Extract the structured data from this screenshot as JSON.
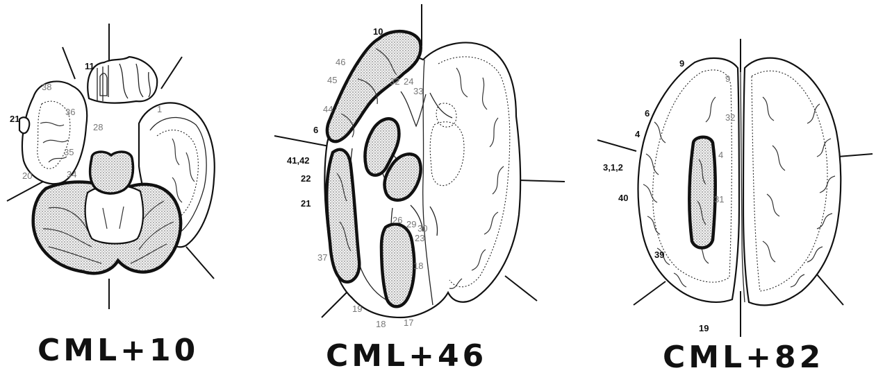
{
  "panels": [
    {
      "label": "CML+10",
      "area_labels": [
        "11",
        "38",
        "21",
        "36",
        "28",
        "35",
        "20",
        "34",
        "1"
      ]
    },
    {
      "label": "CML+46",
      "area_labels": [
        "10",
        "46",
        "45",
        "32",
        "24",
        "33",
        "44",
        "6",
        "41,42",
        "22",
        "21",
        "26",
        "29",
        "30",
        "23",
        "37",
        "18",
        "19",
        "18",
        "17"
      ]
    },
    {
      "label": "CML+82",
      "area_labels": [
        "9",
        "9",
        "6",
        "32",
        "4",
        "4",
        "3,1,2",
        "40",
        "31",
        "39",
        "19"
      ]
    }
  ]
}
